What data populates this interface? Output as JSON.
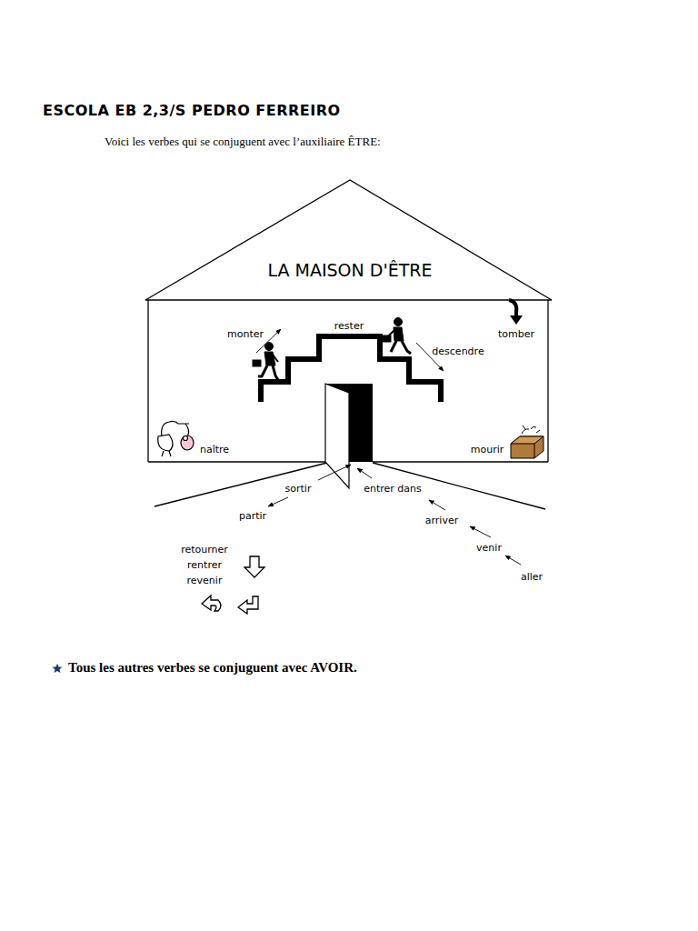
{
  "diagram": {
    "title": "ESCOLA EB 2,3/S PEDRO FERREIRO",
    "labels": [
      "Voici les verbes qui se conjuguent avec l’auxiliaire ÊTRE:",
      "LA MAISON D'ÊTRE",
      "monter",
      "rester",
      "descendre",
      "tomber",
      "naître",
      "mourir",
      "sortir",
      "entrer dans",
      "partir",
      "arriver",
      "venir",
      "aller",
      "retourner",
      "rentrer",
      "revenir",
      "Tous les autres verbes se conjuguent avec AVOIR."
    ]
  }
}
